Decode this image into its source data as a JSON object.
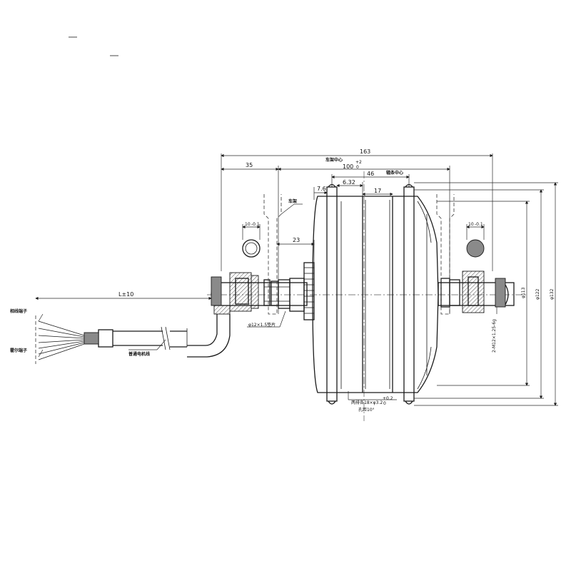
{
  "dimensions": {
    "overall_width": "163",
    "offset_35": "35",
    "frame_center_label": "车架中心",
    "frame_center_width": "100",
    "frame_center_tol_upper": "+2",
    "frame_center_tol_lower": "0",
    "dim_46": "46",
    "rim_center_label": "辐条中心",
    "dim_632": "6.32",
    "dim_76": "7.6",
    "dim_17": "17",
    "dim_23": "23",
    "slot_left": "10",
    "slot_left_tol": "-0.1",
    "slot_right": "10",
    "slot_right_tol": "-0.1",
    "cable_length": "L±10",
    "spline": "φ12×1.5垫片",
    "thread": "2-M12×1.25-6g",
    "dia_113": "φ113",
    "dia_122": "φ122",
    "dia_132": "φ132",
    "holes": "两排各18×φ3.2",
    "holes_tol_upper": "+0.2",
    "holes_tol_lower": "0",
    "hole_angle": "孔距10°"
  },
  "labels": {
    "frame": "车架",
    "phase_terminal": "相线端子",
    "hall_terminal": "霍尔端子",
    "motor_cable": "普通电机线"
  }
}
